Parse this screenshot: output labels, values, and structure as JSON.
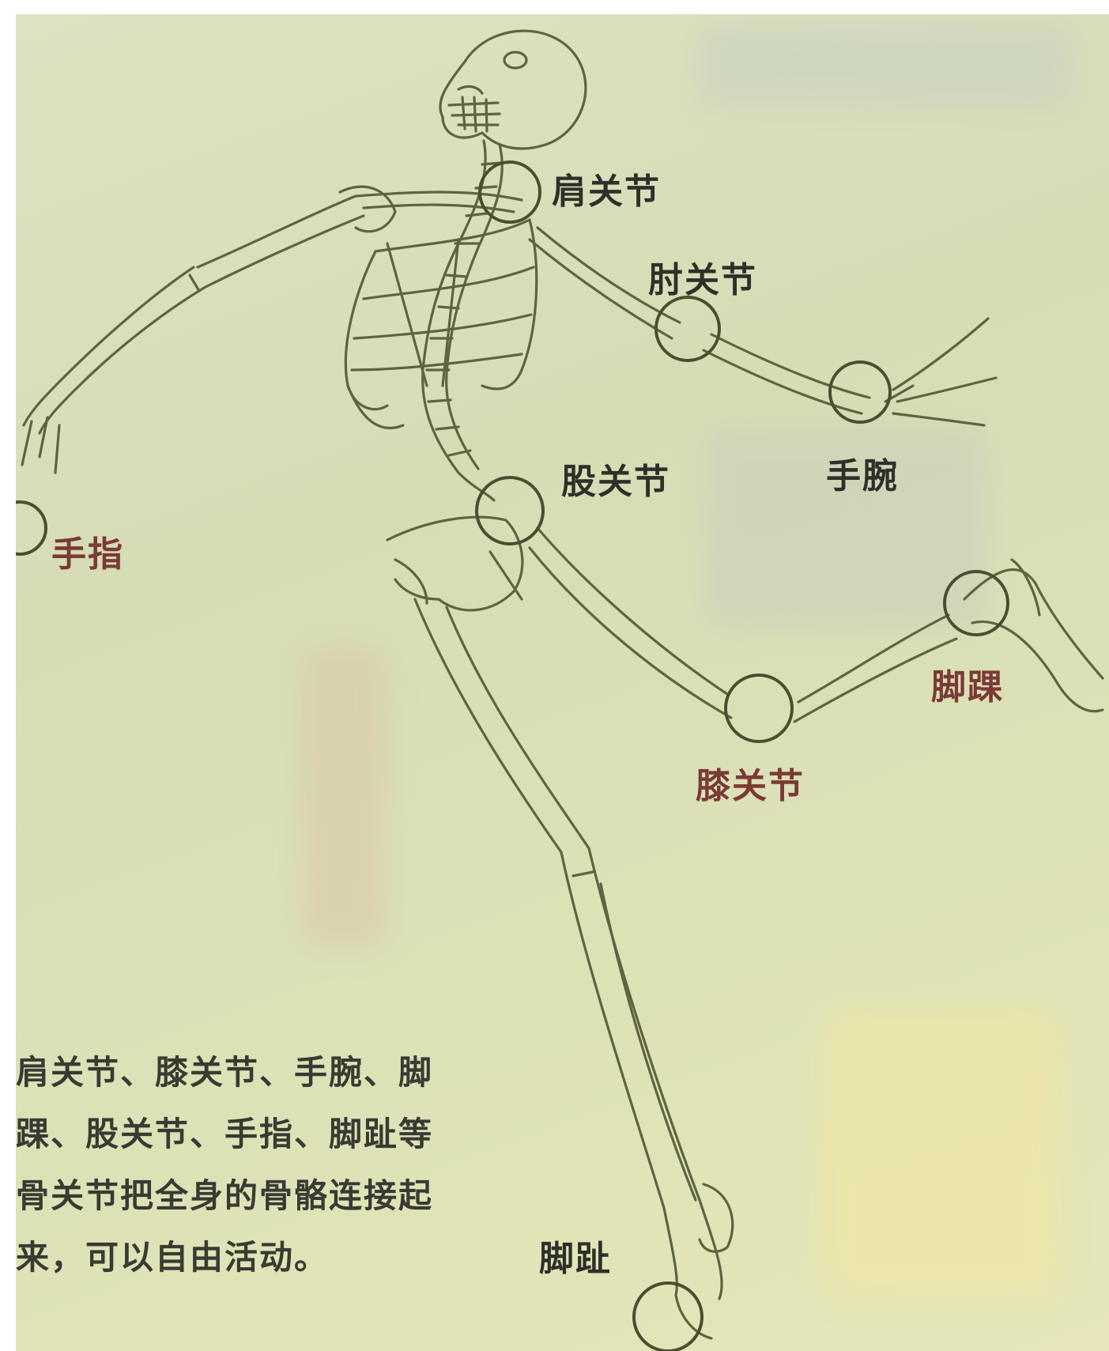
{
  "labels": {
    "shoulder": "肩关节",
    "elbow": "肘关节",
    "wrist": "手腕",
    "hip": "股关节",
    "finger": "手指",
    "ankle": "脚踝",
    "knee": "膝关节",
    "toe": "脚趾"
  },
  "caption": "肩关节、膝关节、手腕、脚踝、股关节、手指、脚趾等骨关节把全身的骨骼连接起来，可以自由活动。",
  "colors": {
    "paper": "#dde2b6",
    "pencil": "#5e6340",
    "label_text": "#2f2f2a",
    "label_red": "#7a3a36"
  }
}
